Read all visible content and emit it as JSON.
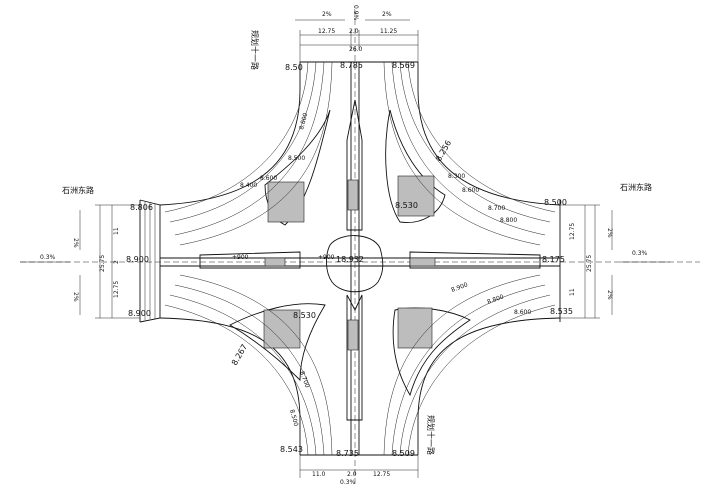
{
  "roads": {
    "north": "规划十一路",
    "south": "规划十一路",
    "west": "石洲东路",
    "east": "石洲东路"
  },
  "slopes": {
    "north_left": "2%",
    "north_right": "2%",
    "north_center": "0.9%",
    "west_top": "2%",
    "west_bottom": "2%",
    "west_out": "0.3%",
    "east_top": "2%",
    "east_bottom": "2%",
    "east_out": "0.3%",
    "south_center": "0.3%"
  },
  "dims": {
    "north_left": "12.75",
    "north_mid": "2.0",
    "north_right": "11.25",
    "north_total": "26.0",
    "west_top": "11",
    "west_total": "25.75",
    "west_mid": "2",
    "west_bottom": "12.75",
    "east_top": "12.75",
    "east_total": "25.75",
    "east_bottom": "11",
    "south_left": "11.0",
    "south_mid": "2.0",
    "south_right": "12.75"
  },
  "elevations": {
    "n_left": "8.50",
    "n_mid": "8.785",
    "n_right": "8.569",
    "ne_curb": "8.256",
    "ne_island": "8.530",
    "center": "18.932",
    "w_top": "8.806",
    "w_mid": "8.900",
    "w_bottom": "8.900",
    "e_top": "8.500",
    "e_mid": "8.175",
    "e_bottom": "8.535",
    "sw_curb": "8.267",
    "sw_island": "8.530",
    "s_left": "8.543",
    "s_mid": "8.735",
    "s_right": "8.509"
  },
  "contours": {
    "c1": "8.800",
    "c2": "8.600",
    "c3": "8.500",
    "c4": "8.400",
    "c5": "8.300",
    "c6": "8.700",
    "c7": "8.600",
    "c8": "8.800",
    "c9": "+900",
    "c10": "+900",
    "c11": "8.900",
    "c12": "8.800",
    "c13": "8.600",
    "c14": "8.700",
    "c15": "8.500"
  }
}
